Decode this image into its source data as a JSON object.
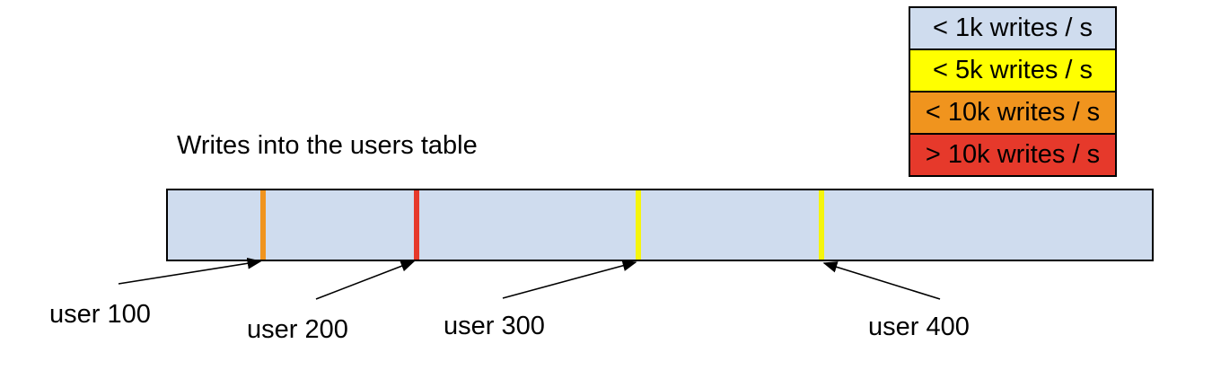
{
  "title": "Writes into the users table",
  "legend": {
    "items": [
      {
        "label": "< 1k writes / s",
        "color": "#cfdcee"
      },
      {
        "label": "< 5k writes / s",
        "color": "#ffff00"
      },
      {
        "label": "< 10k writes / s",
        "color": "#f0941e"
      },
      {
        "label": "> 10k writes / s",
        "color": "#e6392b"
      }
    ]
  },
  "table_bar": {
    "fill": "#cfdcee",
    "border_color": "#000000",
    "markers": [
      {
        "label": "user 100",
        "color": "#f0941e"
      },
      {
        "label": "user 200",
        "color": "#e6392b"
      },
      {
        "label": "user 300",
        "color": "#f5f50c"
      },
      {
        "label": "user 400",
        "color": "#f5f50c"
      }
    ]
  }
}
